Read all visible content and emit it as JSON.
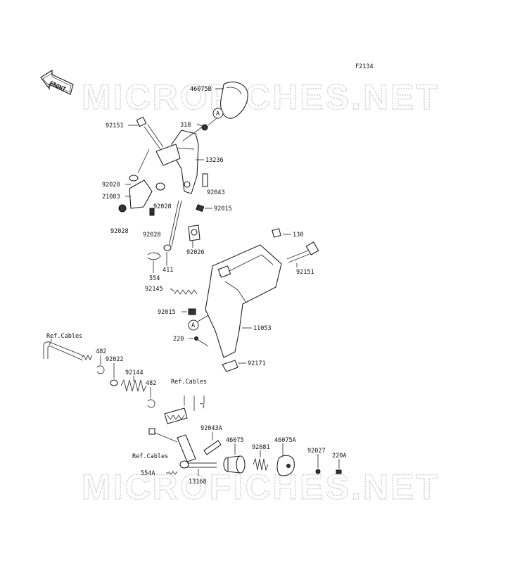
{
  "figure_code": "F2134",
  "watermark": "MICROFICHES.NET",
  "front_arrow_label": "FRONT",
  "callouts": [
    {
      "id": "46075B",
      "text": "46075B"
    },
    {
      "id": "318",
      "text": "318"
    },
    {
      "id": "92151a",
      "text": "92151"
    },
    {
      "id": "13236",
      "text": "13236"
    },
    {
      "id": "92028a",
      "text": "92028"
    },
    {
      "id": "21083",
      "text": "21083"
    },
    {
      "id": "92028b",
      "text": "92028"
    },
    {
      "id": "92043",
      "text": "92043"
    },
    {
      "id": "92015a",
      "text": "92015"
    },
    {
      "id": "92028c",
      "text": "92028"
    },
    {
      "id": "92028d",
      "text": "92028"
    },
    {
      "id": "92026",
      "text": "92026"
    },
    {
      "id": "130",
      "text": "130"
    },
    {
      "id": "92151b",
      "text": "92151"
    },
    {
      "id": "554",
      "text": "554"
    },
    {
      "id": "411",
      "text": "411"
    },
    {
      "id": "92145",
      "text": "92145"
    },
    {
      "id": "92015b",
      "text": "92015"
    },
    {
      "id": "11053",
      "text": "11053"
    },
    {
      "id": "220",
      "text": "220"
    },
    {
      "id": "92171",
      "text": "92171"
    },
    {
      "id": "ref1",
      "text": "Ref.Cables"
    },
    {
      "id": "482a",
      "text": "482"
    },
    {
      "id": "92022",
      "text": "92022"
    },
    {
      "id": "92144",
      "text": "92144"
    },
    {
      "id": "482b",
      "text": "482"
    },
    {
      "id": "ref2",
      "text": "Ref.Cables"
    },
    {
      "id": "92043A",
      "text": "92043A"
    },
    {
      "id": "46075",
      "text": "46075"
    },
    {
      "id": "46075A",
      "text": "46075A"
    },
    {
      "id": "92081",
      "text": "92081"
    },
    {
      "id": "92027",
      "text": "92027"
    },
    {
      "id": "220A",
      "text": "220A"
    },
    {
      "id": "ref3",
      "text": "Ref.Cables"
    },
    {
      "id": "554A",
      "text": "554A"
    },
    {
      "id": "13168",
      "text": "13168"
    }
  ],
  "circle_markers": [
    "A",
    "A"
  ]
}
